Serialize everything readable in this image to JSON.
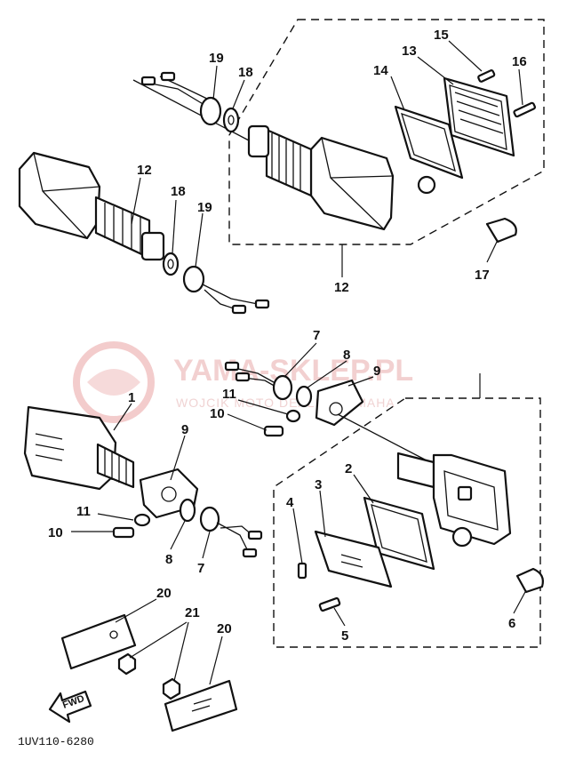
{
  "watermark": {
    "title": "YAMA-SKLEP.PL",
    "subtitle": "WOJCIK MOTO DEALER YAMAHA"
  },
  "drawing_code": "1UV110-6280",
  "fwd_label": "FWD",
  "callouts": {
    "c1": "1",
    "c2": "2",
    "c3": "3",
    "c4": "4",
    "c5": "5",
    "c6": "6",
    "c7a": "7",
    "c7b": "7",
    "c8a": "8",
    "c8b": "8",
    "c9a": "9",
    "c9b": "9",
    "c10a": "10",
    "c10b": "10",
    "c11a": "11",
    "c11b": "11",
    "c12a": "12",
    "c12b": "12",
    "c13": "13",
    "c14": "14",
    "c15": "15",
    "c16": "16",
    "c17": "17",
    "c18a": "18",
    "c18b": "18",
    "c19a": "19",
    "c19b": "19",
    "c20a": "20",
    "c20b": "20",
    "c21": "21"
  }
}
